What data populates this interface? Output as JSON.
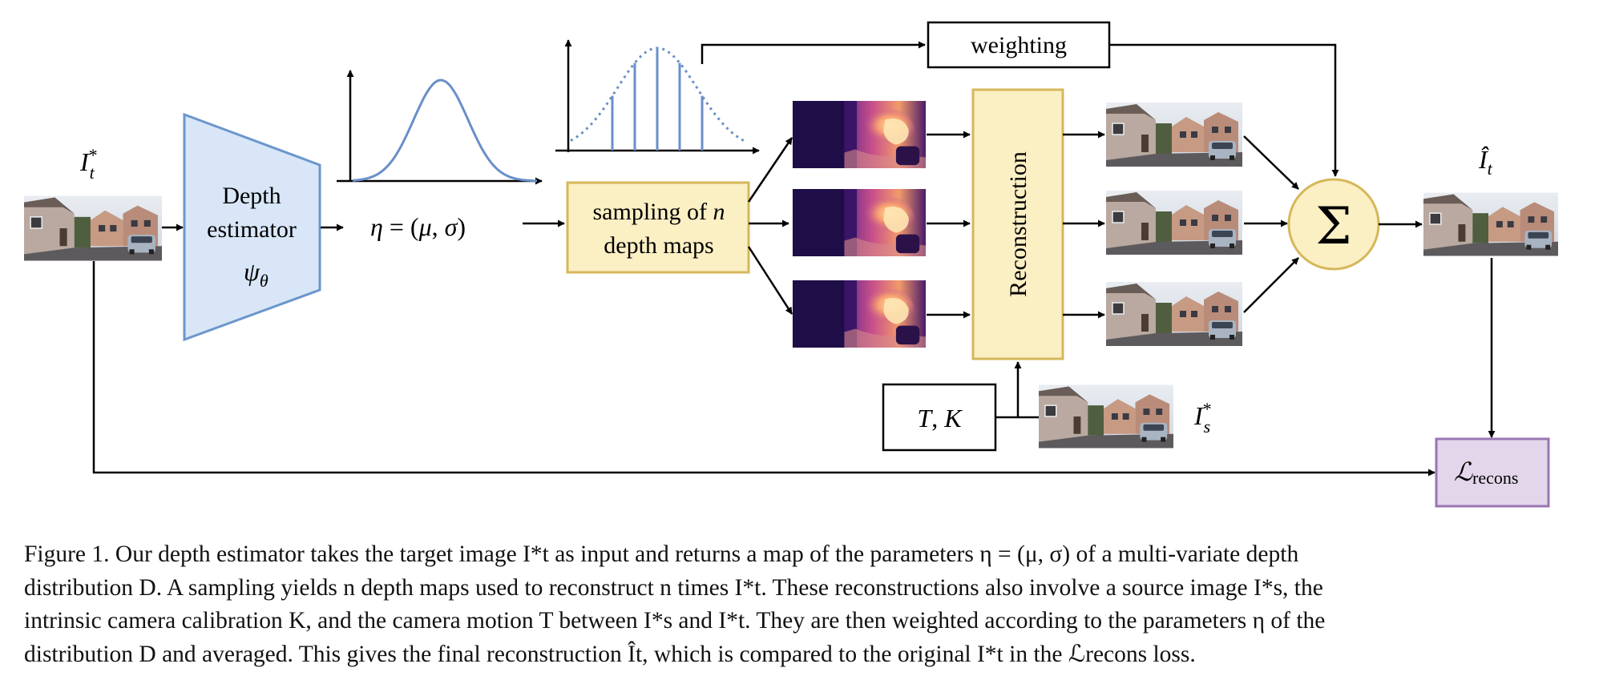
{
  "colors": {
    "encoder_fill": "#d8e6f7",
    "encoder_stroke": "#6a96cc",
    "yellow_fill": "#fbefc4",
    "yellow_stroke": "#d6b75a",
    "loss_fill": "#e3d6ea",
    "loss_stroke": "#9a76b4",
    "curve": "#6a8fc9",
    "arrow": "#000000"
  },
  "labels": {
    "input_image": "I*t",
    "depth_estimator_line1": "Depth",
    "depth_estimator_line2": "estimator",
    "depth_estimator_param": "ψθ",
    "eta": "η = (μ, σ)",
    "sampling_line1": "sampling of n",
    "sampling_line2": "depth maps",
    "weighting": "weighting",
    "reconstruction": "Reconstruction",
    "sum": "Σ",
    "output_image": "Ît",
    "tk": "T, K",
    "source_image": "I*s",
    "loss": "ℒrecons"
  },
  "icons": {
    "depth_map": "depth-map-image",
    "street_photo": "street-photo-image"
  },
  "caption": {
    "line1": "Figure 1. Our depth estimator takes the target image I*t as input and returns a map of the parameters η = (μ, σ) of a multi-variate depth",
    "line2": "distribution D. A sampling yields n depth maps used to reconstruct n times I*t. These reconstructions also involve a source image I*s, the",
    "line3": "intrinsic camera calibration K, and the camera motion T between I*s and I*t. They are then weighted according to the parameters η of the",
    "line4": "distribution D and averaged. This gives the final reconstruction Ît, which is compared to the original I*t in the ℒrecons loss."
  }
}
